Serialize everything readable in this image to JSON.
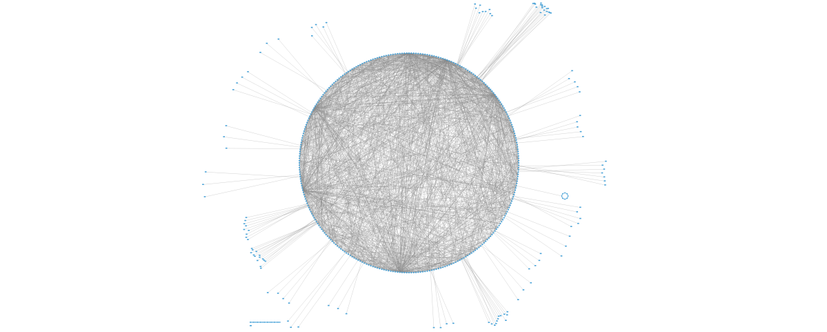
{
  "diagram": {
    "type": "radial-network",
    "colors": {
      "background": "#ffffff",
      "node": "#4aa3d8",
      "edge": "#8c8c8c"
    },
    "core_ring_node_count": 300,
    "internal_edge_count": 1600,
    "leaf_clusters": [
      {
        "angle_deg": -97,
        "count": 14
      },
      {
        "angle_deg": -88,
        "count": 6
      },
      {
        "angle_deg": -80,
        "count": 8
      },
      {
        "angle_deg": -72,
        "count": 10
      },
      {
        "angle_deg": -64,
        "count": 9
      },
      {
        "angle_deg": -50,
        "count": 26
      },
      {
        "angle_deg": -26,
        "count": 5
      },
      {
        "angle_deg": -12,
        "count": 5
      },
      {
        "angle_deg": 3,
        "count": 7
      },
      {
        "angle_deg": 18,
        "count": 5
      },
      {
        "angle_deg": 28,
        "count": 3
      },
      {
        "angle_deg": 38,
        "count": 4
      },
      {
        "angle_deg": 48,
        "count": 3
      },
      {
        "angle_deg": 60,
        "count": 12
      },
      {
        "angle_deg": 78,
        "count": 4
      },
      {
        "angle_deg": 92,
        "count": 2
      },
      {
        "angle_deg": 104,
        "count": 5
      },
      {
        "angle_deg": 116,
        "count": 3
      },
      {
        "angle_deg": 124,
        "count": 5
      },
      {
        "angle_deg": 134,
        "count": 4
      },
      {
        "angle_deg": 148,
        "count": 14
      },
      {
        "angle_deg": 158,
        "count": 9
      },
      {
        "angle_deg": 174,
        "count": 3
      },
      {
        "angle_deg": 188,
        "count": 3
      },
      {
        "angle_deg": 206,
        "count": 4
      },
      {
        "angle_deg": 220,
        "count": 3
      },
      {
        "angle_deg": 236,
        "count": 5
      },
      {
        "angle_deg": 250,
        "count": 3
      }
    ],
    "self_loop_angle_deg": 12
  }
}
